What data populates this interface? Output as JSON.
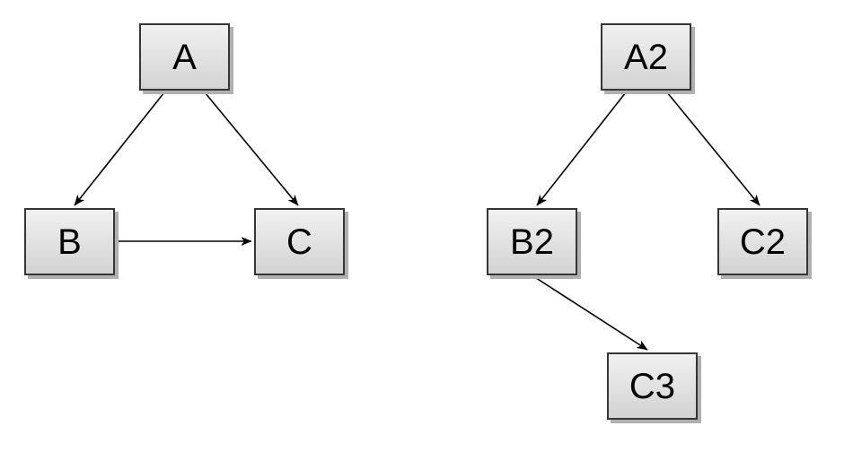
{
  "diagram": {
    "kind": "directed-graph",
    "colors": {
      "node_fill_top": "#f1f1f1",
      "node_fill_bottom": "#d3d3d3",
      "node_border": "#363636",
      "node_shadow": "#b0b0b0",
      "edge": "#000000",
      "label": "#000000",
      "background": "#ffffff"
    }
  },
  "graphs": [
    {
      "name": "left-graph",
      "nodes": [
        {
          "id": "A",
          "label": "A"
        },
        {
          "id": "B",
          "label": "B"
        },
        {
          "id": "C",
          "label": "C"
        }
      ],
      "edges": [
        {
          "from": "A",
          "to": "B"
        },
        {
          "from": "A",
          "to": "C"
        },
        {
          "from": "B",
          "to": "C"
        }
      ]
    },
    {
      "name": "right-graph",
      "nodes": [
        {
          "id": "A2",
          "label": "A2"
        },
        {
          "id": "B2",
          "label": "B2"
        },
        {
          "id": "C2",
          "label": "C2"
        },
        {
          "id": "C3",
          "label": "C3"
        }
      ],
      "edges": [
        {
          "from": "A2",
          "to": "B2"
        },
        {
          "from": "A2",
          "to": "C2"
        },
        {
          "from": "B2",
          "to": "C3"
        }
      ]
    }
  ]
}
